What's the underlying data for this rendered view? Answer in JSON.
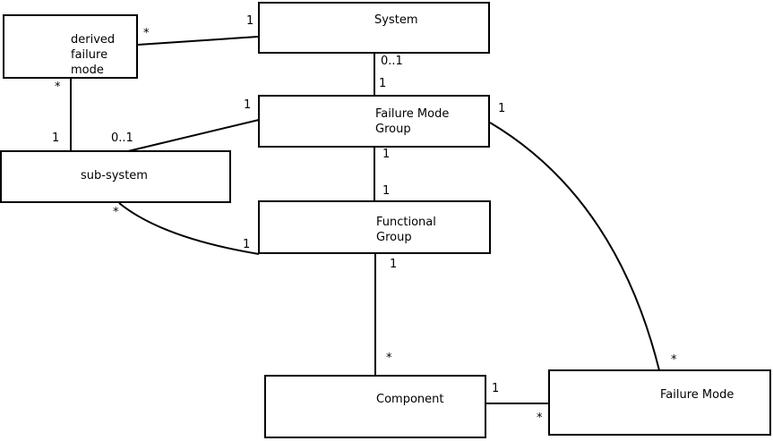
{
  "diagram": {
    "type": "uml-class-association-diagram",
    "colors": {
      "background": "#ffffff",
      "stroke": "#000000",
      "text": "#000000",
      "box_fill": "#ffffff"
    },
    "entities": [
      {
        "label": "derived\nfailure\nmode"
      },
      {
        "label": "System"
      },
      {
        "label": "Failure Mode\nGroup"
      },
      {
        "label": "sub-system"
      },
      {
        "label": "Functional\nGroup"
      },
      {
        "label": "Component"
      },
      {
        "label": "Failure Mode"
      }
    ],
    "edges": [
      {
        "from": "System",
        "to": "derived failure mode",
        "from_mult": "1",
        "to_mult": "*"
      },
      {
        "from": "derived failure mode",
        "to": "sub-system",
        "from_mult": "*",
        "to_mult": "1"
      },
      {
        "from": "System",
        "to": "Failure Mode Group",
        "from_mult": "0..1",
        "to_mult": "1"
      },
      {
        "from": "Failure Mode Group",
        "to": "sub-system",
        "from_mult": "1",
        "to_mult": "0..1"
      },
      {
        "from": "Failure Mode Group",
        "to": "Functional Group",
        "from_mult": "1",
        "to_mult": "1"
      },
      {
        "from": "sub-system",
        "to": "Functional Group",
        "from_mult": "*",
        "to_mult": "1"
      },
      {
        "from": "Functional Group",
        "to": "Component",
        "from_mult": "1",
        "to_mult": "*"
      },
      {
        "from": "Component",
        "to": "Failure Mode",
        "from_mult": "1",
        "to_mult": "*"
      },
      {
        "from": "Failure Mode Group",
        "to": "Failure Mode",
        "from_mult": "1",
        "to_mult": "*"
      }
    ]
  }
}
